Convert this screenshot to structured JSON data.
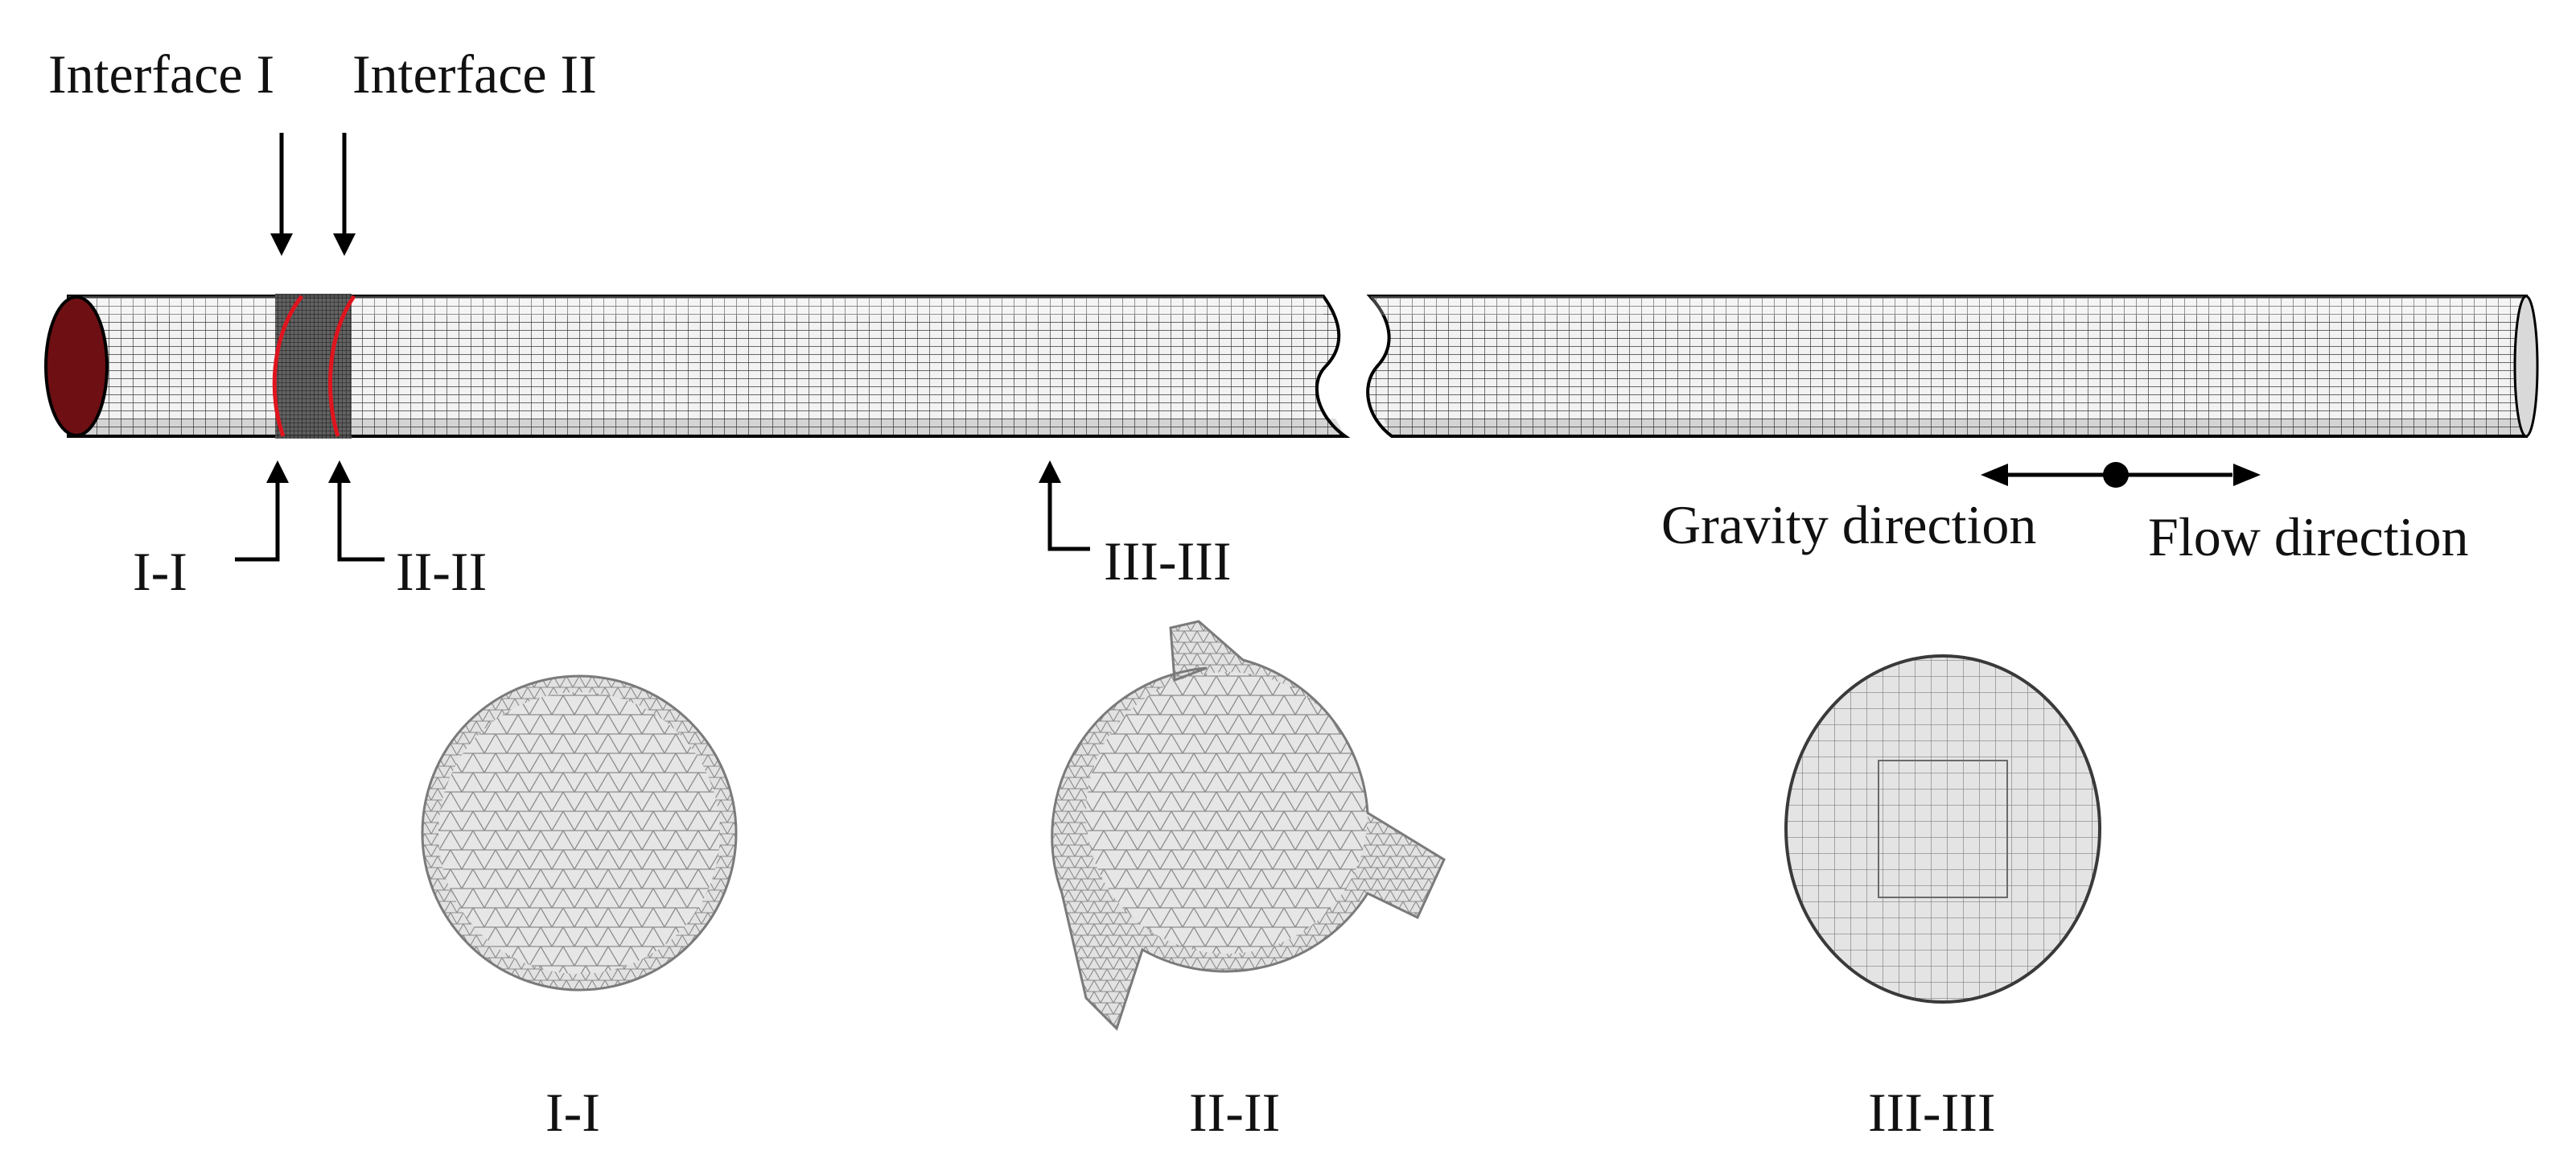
{
  "labels": {
    "interface_1": "Interface I",
    "interface_2": "Interface II",
    "section_1_callout": "I-I",
    "section_2_callout": "II-II",
    "section_3_callout": "III-III",
    "gravity": "Gravity direction",
    "flow": "Flow direction",
    "section_1_caption": "I-I",
    "section_2_caption": "II-II",
    "section_3_caption": "III-III"
  },
  "colors": {
    "mesh_line": "#3a3a3a",
    "pipe_outline": "#000000",
    "interface_ring": "#e0141e",
    "inlet_face": "#6e0f14",
    "section_fill": "#e6e6e6",
    "section_mesh": "#8c8c8c",
    "text": "#111111"
  }
}
